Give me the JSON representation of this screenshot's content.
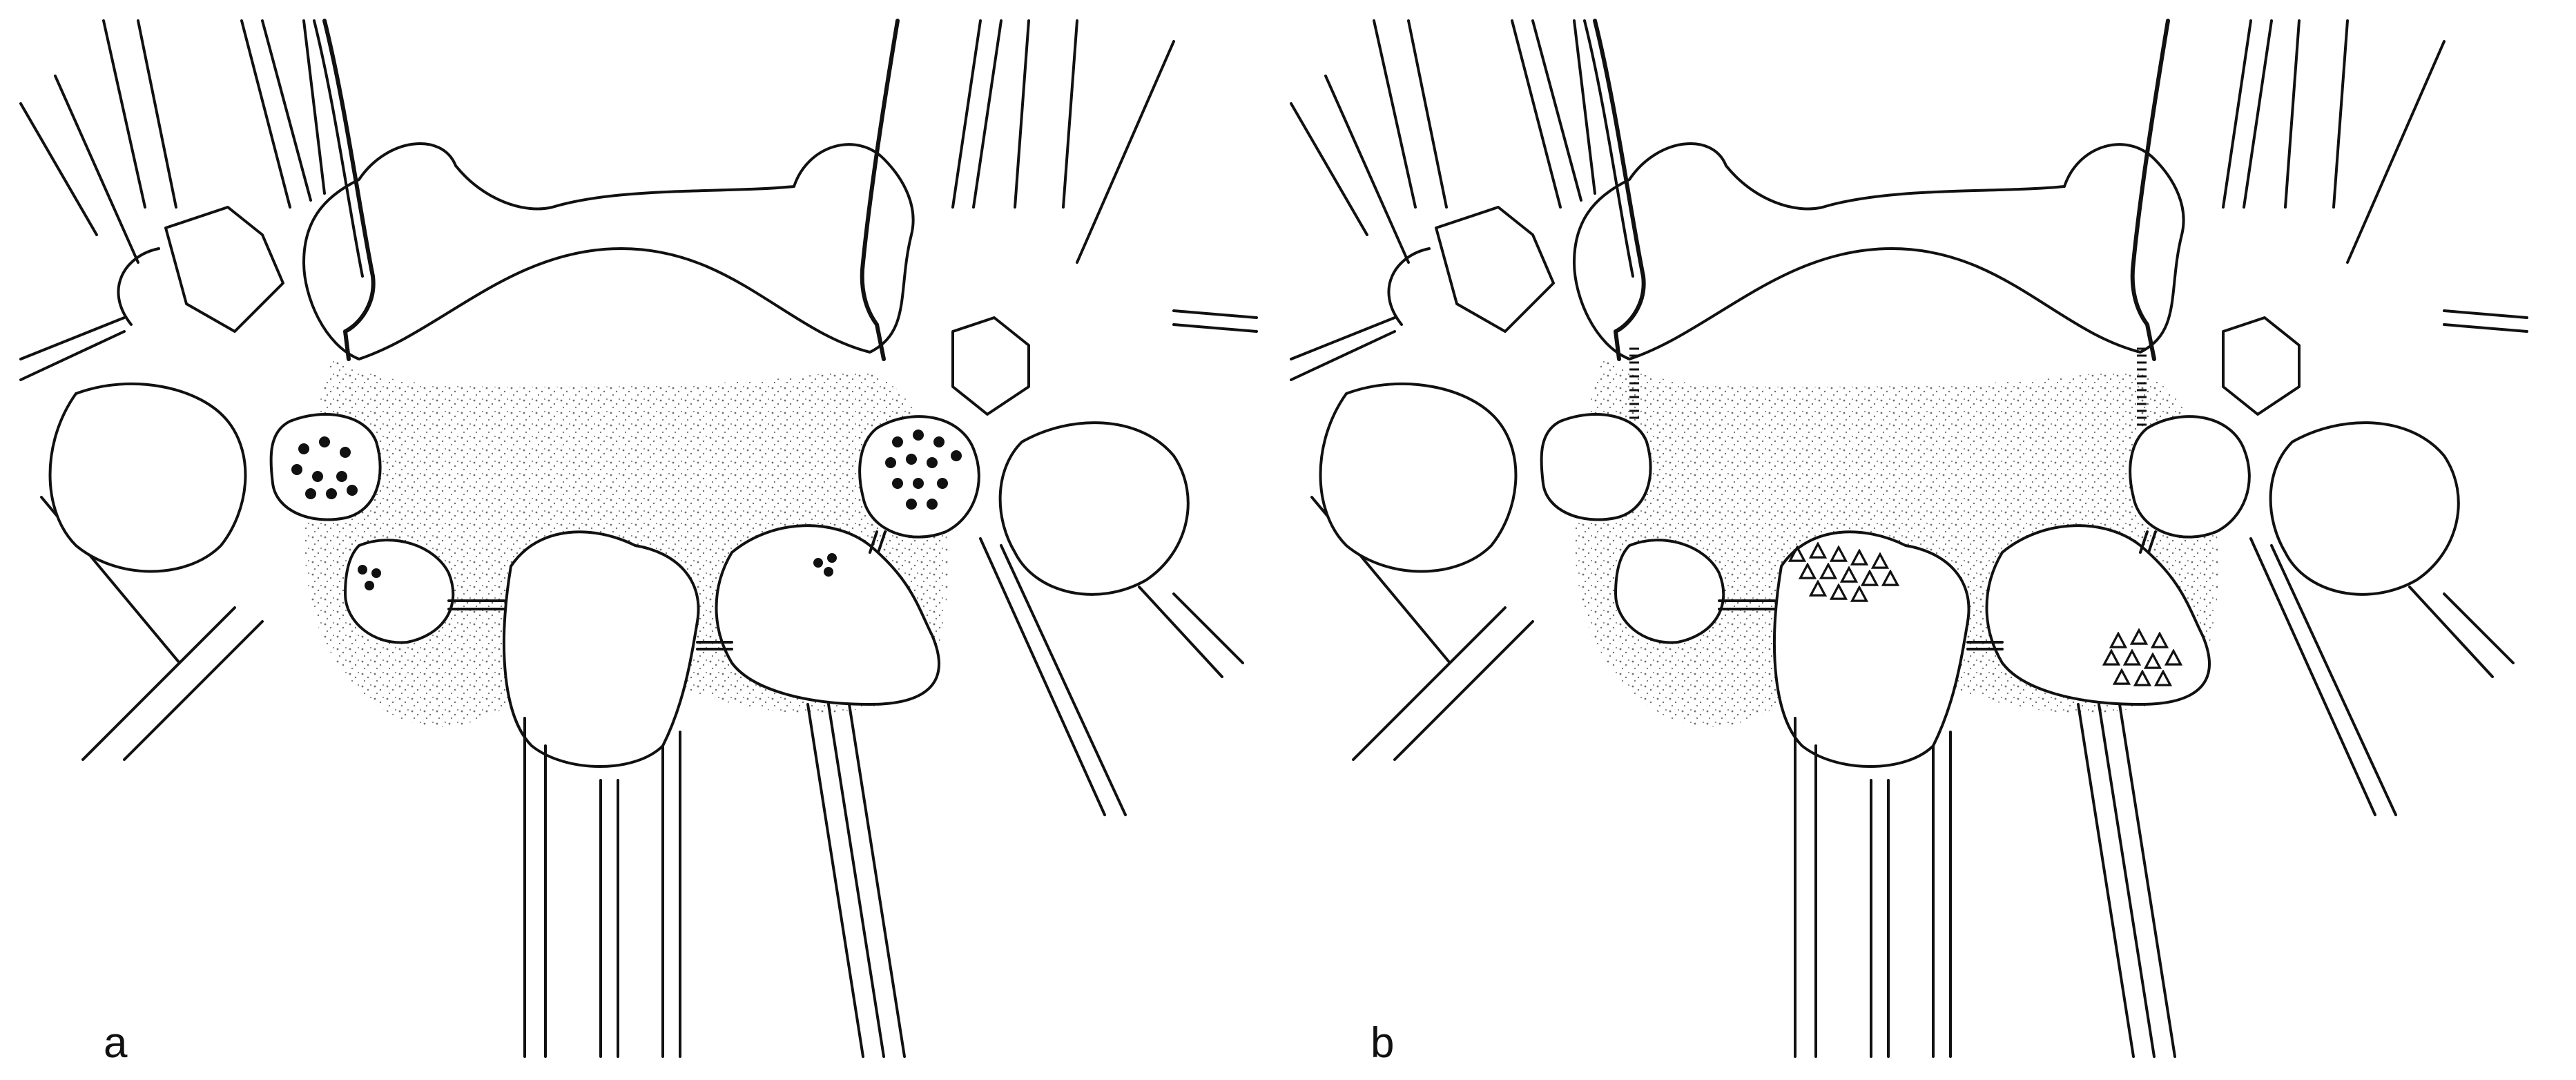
{
  "panels": [
    {
      "id": "a",
      "label": "a"
    },
    {
      "id": "b",
      "label": "b"
    }
  ],
  "colors": {
    "ink": "#111111",
    "background": "#ffffff",
    "stipple": "#555555"
  }
}
